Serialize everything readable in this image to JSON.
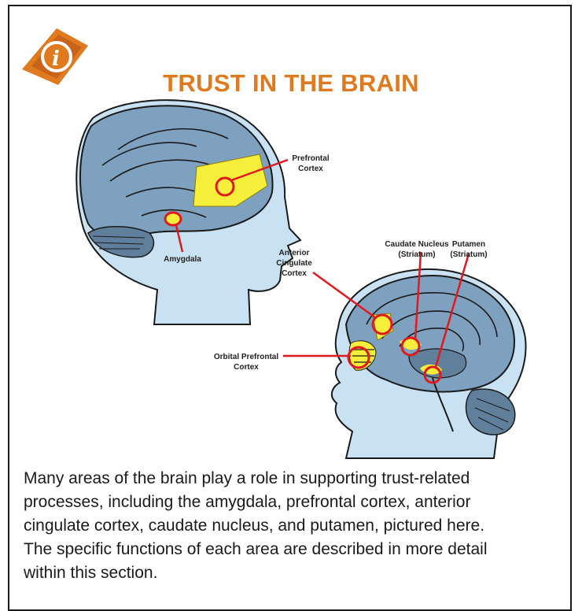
{
  "title": "TRUST IN THE BRAIN",
  "icons": {
    "logo": "info-icon"
  },
  "colors": {
    "title": "#e07a1e",
    "brain": "#7ea1bf",
    "skin": "#c9e2f3",
    "highlight": "#f5ee3a",
    "marker": "#e0191f"
  },
  "labels": {
    "prefrontal": [
      "Prefrontal",
      "Cortex"
    ],
    "amygdala": [
      "Amygdala"
    ],
    "anterior_cingulate": [
      "Anterior",
      "Cingulate",
      "Cortex"
    ],
    "caudate": [
      "Caudate Nucleus",
      "(Striatum)"
    ],
    "putamen": [
      "Putamen",
      "(Striatum)"
    ],
    "orbital": [
      "Orbital Prefrontal",
      "Cortex"
    ]
  },
  "caption_lines": [
    "Many areas of the brain play a role in supporting trust-related",
    "processes, including the amygdala, prefrontal cortex, anterior",
    "cingulate cortex, caudate nucleus, and putamen, pictured here.",
    "The specific functions of each area are described in more detail",
    "within this section."
  ]
}
